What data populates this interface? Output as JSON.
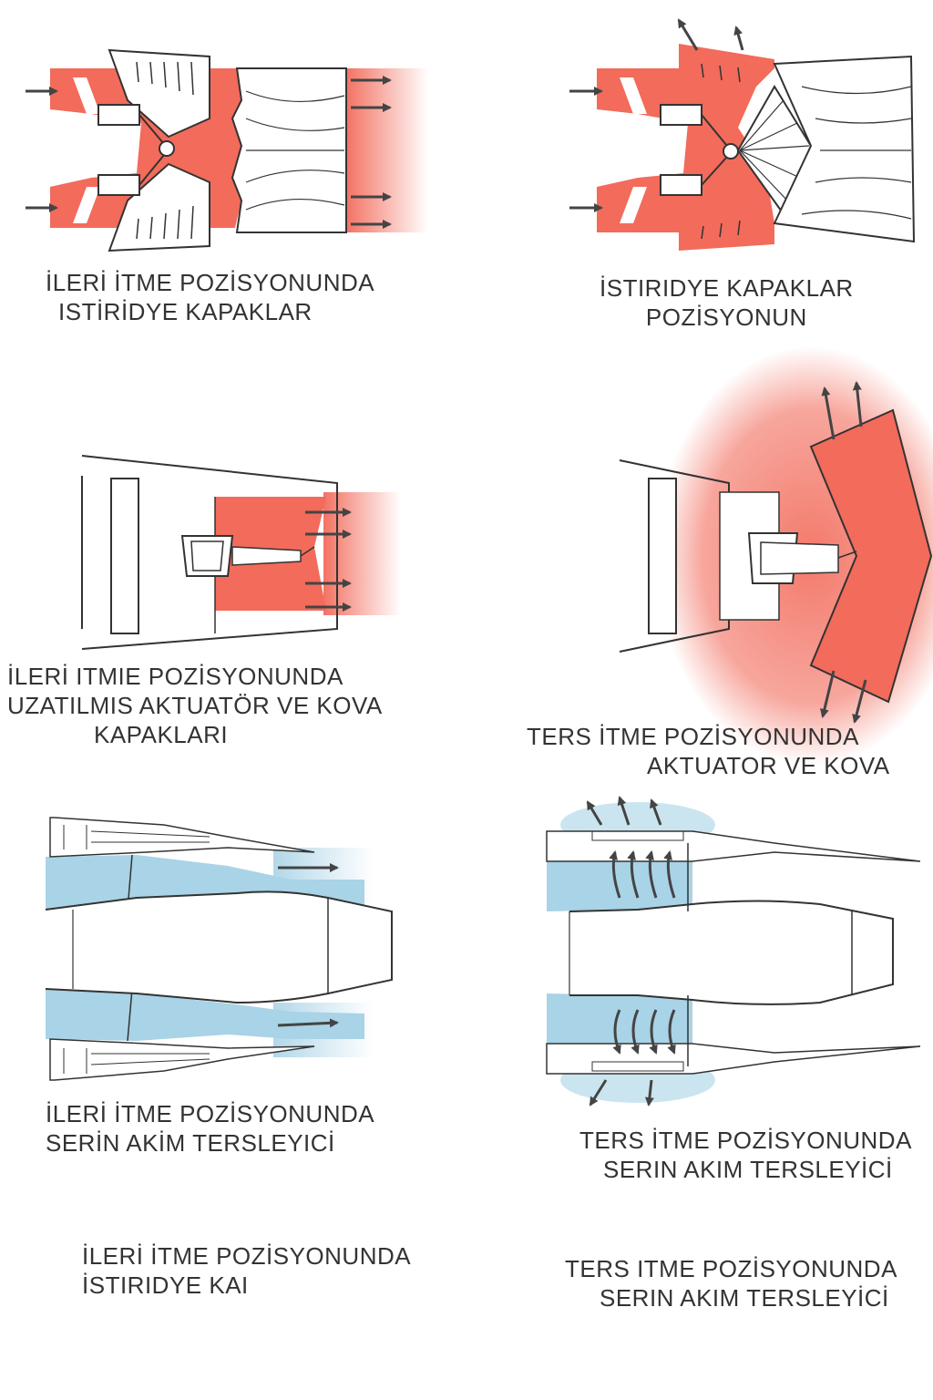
{
  "colors": {
    "hot_flow": "#f26b5b",
    "cold_flow": "#a9d3e6",
    "line": "#333333",
    "arrow": "#444444"
  },
  "captions": {
    "p1": {
      "line1": "İLERİ İTME POZİSYONUNDA",
      "line2": "ISTİRİDYE KAPAKLAR"
    },
    "p2": {
      "line1": "İSTIRIDYE KAPAKLAR",
      "line2": "POZİSYONUN"
    },
    "p3": {
      "line1": "İLERİ ITMIE POZİSYONUNDA",
      "line2": "UZATILMIS AKTUATÖR VE KOVA",
      "line3": "KAPAKLARI"
    },
    "p4": {
      "line1": "TERS İTME POZİSYONUNDA",
      "line2": "AKTUATOR VE KOVA"
    },
    "p5": {
      "line1": "İLERİ İTME POZİSYONUNDA",
      "line2": "SERİN AKİM TERSLEYICİ"
    },
    "p6": {
      "line1": "TERS İTME POZİSYONUNDA",
      "line2": "SERIN AKIM TERSLEYİCİ"
    },
    "p7": {
      "line1": "İLERİ İTME POZİSYONUNDA",
      "line2": "İSTIRIDYE KAI"
    },
    "p8": {
      "line1": "TERS ITME POZİSYONUNDA",
      "line2": "SERIN AKIM TERSLEYİCİ"
    }
  }
}
